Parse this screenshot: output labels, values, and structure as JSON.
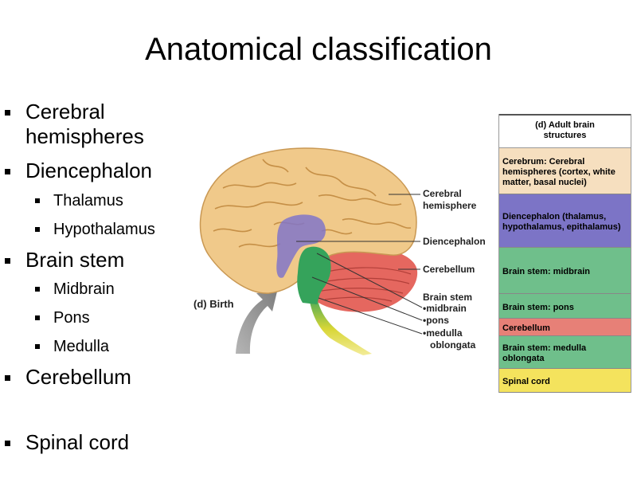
{
  "title": "Anatomical classification",
  "outline": [
    {
      "text": "Cerebral",
      "text2": "hemispheres",
      "level": 1
    },
    {
      "text": "Diencephalon",
      "level": 1
    },
    {
      "text": "Thalamus",
      "level": 2
    },
    {
      "text": "Hypothalamus",
      "level": 2
    },
    {
      "text": "Brain stem",
      "level": 1
    },
    {
      "text": "Midbrain",
      "level": 2
    },
    {
      "text": "Pons",
      "level": 2
    },
    {
      "text": "Medulla",
      "level": 2
    },
    {
      "text": "Cerebellum",
      "level": 1
    },
    {
      "text": "Spinal cord",
      "level": 1
    }
  ],
  "figure": {
    "panel_label": "(d) Birth",
    "callouts": {
      "cerebral_hemisphere": [
        "Cerebral",
        "hemisphere"
      ],
      "diencephalon": [
        "Diencephalon"
      ],
      "cerebellum": [
        "Cerebellum"
      ],
      "brain_stem": [
        "Brain stem",
        "•midbrain",
        "•pons",
        "•medulla",
        "oblongata"
      ]
    }
  },
  "legend_table": {
    "header": [
      "(d) Adult brain",
      "structures"
    ],
    "rows": [
      {
        "text": "Cerebrum: Cerebral hemispheres (cortex, white matter, basal nuclei)",
        "color": "#f6dfbf"
      },
      {
        "text": "Diencephalon (thalamus, hypothalamus, epithalamus)",
        "color": "#7c74c6"
      },
      {
        "text": "Brain stem: midbrain",
        "color": "#6fbf8b"
      },
      {
        "text": "Brain stem: pons",
        "color": "#6fbf8b"
      },
      {
        "text": "Cerebellum",
        "color": "#e78077"
      },
      {
        "text": "Brain stem: medulla oblongata",
        "color": "#6fbf8b"
      },
      {
        "text": "Spinal cord",
        "color": "#f4e35d"
      }
    ]
  },
  "colors": {
    "cerebrum": "#f0c98a",
    "cerebrum_shade": "#d9a866",
    "diencephalon": "#8175c8",
    "brainstem": "#35a35b",
    "cerebellum": "#e5675f",
    "spinal_cord": "#e9dc35",
    "arrow": "#9a9a9a"
  }
}
